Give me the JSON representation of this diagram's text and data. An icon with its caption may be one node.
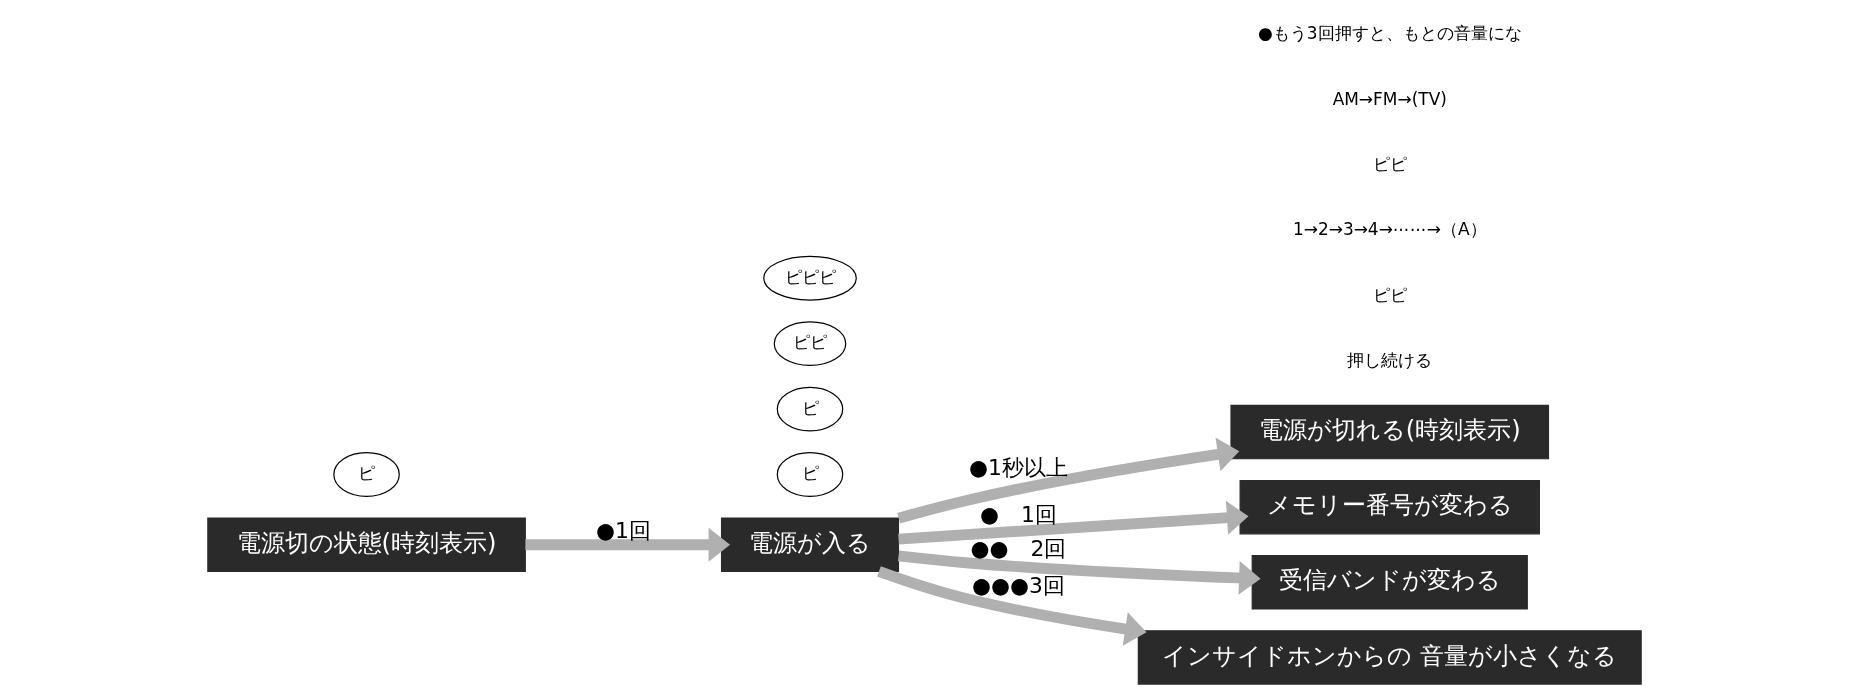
{
  "diagram": {
    "nodes": [
      {
        "text": [
          "電源切の状態(時刻表示)"
        ]
      },
      {
        "text": [
          "電源が入る"
        ]
      },
      {
        "text": [
          "電源が切れる(時刻表示)"
        ]
      },
      {
        "text": [
          "メモリー番号が変わる"
        ]
      },
      {
        "text": [
          "受信バンドが変わる"
        ]
      },
      {
        "text": [
          "インサイドホンからの 音量が小さくなる"
        ]
      },
      {
        "text": [
          "ピ"
        ]
      },
      {
        "text": [
          "ピ"
        ]
      },
      {
        "text": [
          "ピ"
        ]
      },
      {
        "text": [
          "ピピ"
        ]
      },
      {
        "text": [
          "ピピピ"
        ]
      }
    ],
    "edges": [
      {
        "from": 0,
        "to": 1,
        "arrow": "to",
        "label": "●1回"
      },
      {
        "from": 1,
        "to": 2,
        "arrow": "to",
        "label": "●1秒以上"
      },
      {
        "from": 1,
        "to": 3,
        "arrow": "to",
        "label": "●　1回"
      },
      {
        "from": 1,
        "to": 4,
        "arrow": "to",
        "label": "●●　2回"
      },
      {
        "from": 1,
        "to": 5,
        "arrow": "to",
        "label": "●●●3回"
      }
    ],
    "labels": [
      "押し続ける",
      "ピピ",
      "1→2→3→4→⋯⋯→（A）",
      "ピピ",
      "AM→FM→(TV)",
      "●もう3回押すと、もとの音量にな"
    ]
  }
}
